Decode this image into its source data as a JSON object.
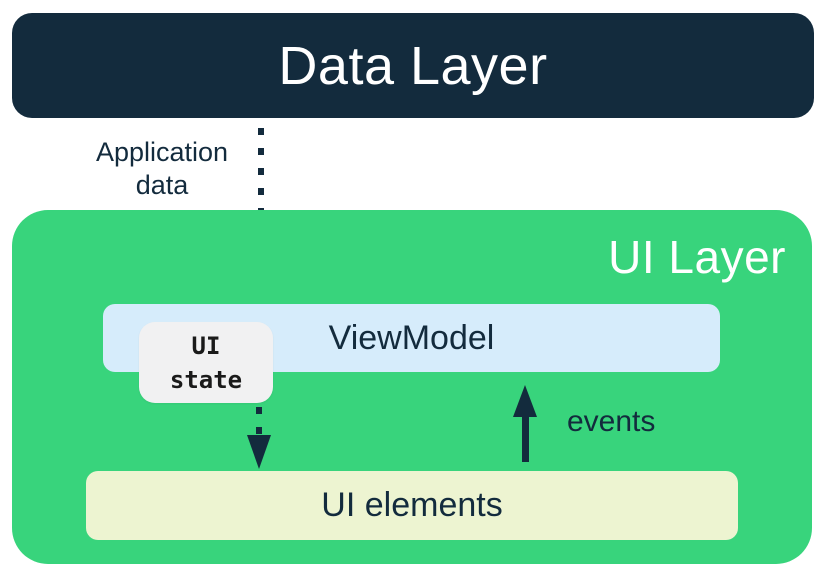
{
  "colors": {
    "navy": "#132B3D",
    "green": "#38D47C",
    "blue": "#D6ECFB",
    "cream": "#EDF4D1",
    "badge-gray": "#F1F1F2",
    "white": "#FFFFFF"
  },
  "diagram": {
    "data_layer": {
      "label": "Data Layer"
    },
    "ui_layer": {
      "label": "UI Layer"
    },
    "viewmodel": {
      "label": "ViewModel"
    },
    "ui_state_badge": {
      "label": "UI\nstate"
    },
    "ui_elements": {
      "label": "UI elements"
    },
    "arrows": {
      "application_data": {
        "label": "Application\ndata",
        "style": "dotted",
        "direction": "down",
        "from": "Data Layer",
        "to": "UI elements"
      },
      "events": {
        "label": "events",
        "style": "solid",
        "direction": "up",
        "from": "UI elements",
        "to": "ViewModel"
      }
    }
  }
}
